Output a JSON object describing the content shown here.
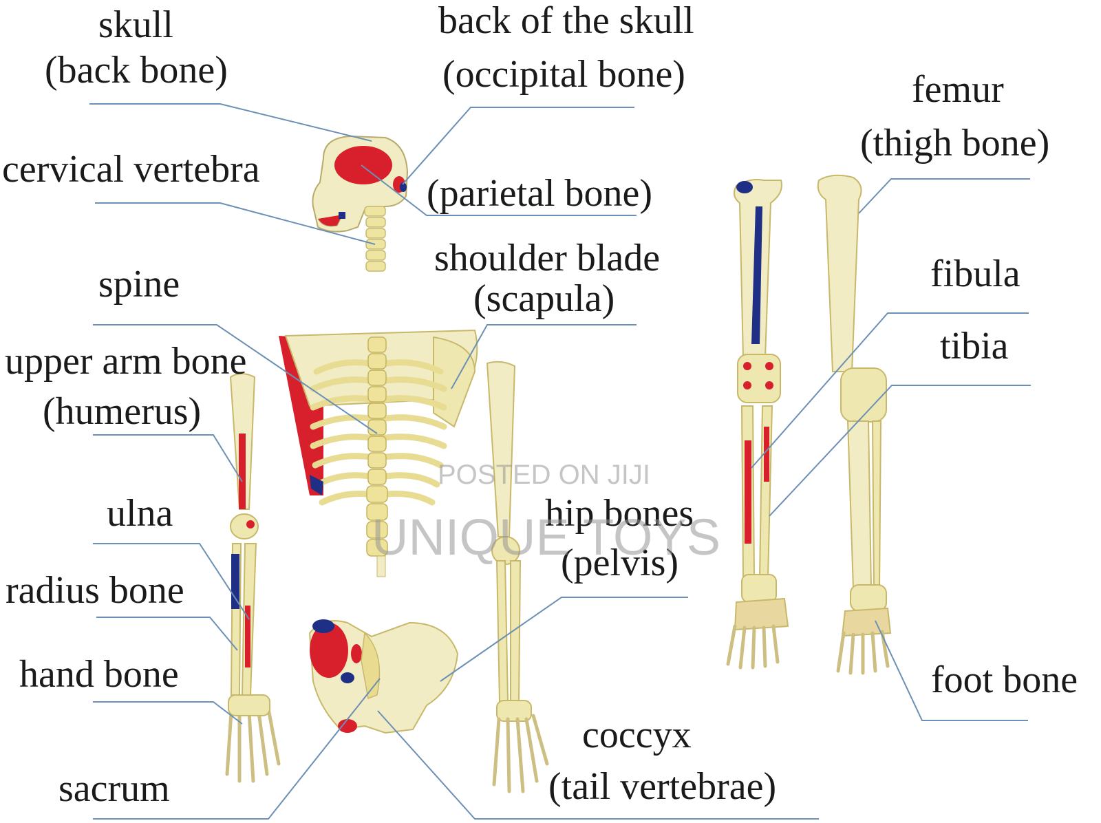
{
  "labels": {
    "skull": "skull",
    "skull_sub": "(back bone)",
    "back_skull": "back of the skull",
    "back_skull_sub": "(occipital bone)",
    "cervical": "cervical vertebra",
    "parietal": "(parietal bone)",
    "femur": "femur",
    "femur_sub": "(thigh bone)",
    "spine": "spine",
    "shoulder": "shoulder blade",
    "shoulder_sub": "(scapula)",
    "fibula": "fibula",
    "tibia": "tibia",
    "upper_arm": "upper arm bone",
    "upper_arm_sub": "(humerus)",
    "ulna": "ulna",
    "hip": "hip bones",
    "hip_sub": "(pelvis)",
    "radius": "radius bone",
    "hand": "hand bone",
    "foot": "foot bone",
    "coccyx": "coccyx",
    "coccyx_sub": "(tail vertebrae)",
    "sacrum": "sacrum"
  },
  "watermark": {
    "line1": "POSTED ON JIJI",
    "line2": "UNIQUE TOYS"
  },
  "colors": {
    "bone": "#f1ecc3",
    "bone_shade": "#d9cf8e",
    "muscle_red": "#d8202c",
    "muscle_blue": "#1f2f86",
    "leader_line": "#6b8fb5"
  }
}
